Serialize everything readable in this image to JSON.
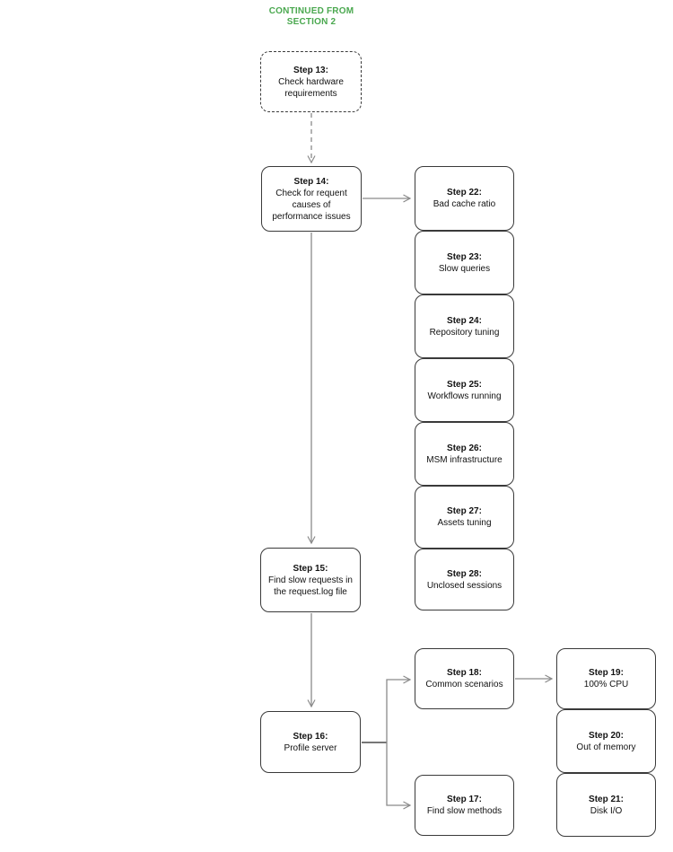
{
  "header": {
    "continued_line1": "CONTINUED FROM",
    "continued_line2": "SECTION 2"
  },
  "colors": {
    "accent": "#4aa84f",
    "box-border": "#3a3a3a",
    "arrow": "#8a8a8a",
    "arrow-dark": "#4a4a4a"
  },
  "nodes": [
    {
      "id": "step13",
      "title": "Step 13:",
      "desc": "Check hardware\nrequirements",
      "border": "dashed"
    },
    {
      "id": "step14",
      "title": "Step 14:",
      "desc": "Check for requent\ncauses of\nperformance issues",
      "border": "solid"
    },
    {
      "id": "step15",
      "title": "Step 15:",
      "desc": "Find slow requests in\nthe request.log file",
      "border": "solid"
    },
    {
      "id": "step16",
      "title": "Step 16:",
      "desc": "Profile server",
      "border": "solid"
    },
    {
      "id": "step17",
      "title": "Step 17:",
      "desc": "Find slow methods",
      "border": "solid"
    },
    {
      "id": "step18",
      "title": "Step 18:",
      "desc": "Common scenarios",
      "border": "solid"
    },
    {
      "id": "step19",
      "title": "Step 19:",
      "desc": "100% CPU",
      "border": "solid"
    },
    {
      "id": "step20",
      "title": "Step 20:",
      "desc": "Out of memory",
      "border": "solid"
    },
    {
      "id": "step21",
      "title": "Step 21:",
      "desc": "Disk I/O",
      "border": "solid"
    },
    {
      "id": "step22",
      "title": "Step 22:",
      "desc": "Bad cache ratio",
      "border": "solid"
    },
    {
      "id": "step23",
      "title": "Step 23:",
      "desc": "Slow queries",
      "border": "solid"
    },
    {
      "id": "step24",
      "title": "Step 24:",
      "desc": "Repository tuning",
      "border": "solid"
    },
    {
      "id": "step25",
      "title": "Step 25:",
      "desc": "Workflows running",
      "border": "solid"
    },
    {
      "id": "step26",
      "title": "Step 26:",
      "desc": "MSM infrastructure",
      "border": "solid"
    },
    {
      "id": "step27",
      "title": "Step 27:",
      "desc": "Assets tuning",
      "border": "solid"
    },
    {
      "id": "step28",
      "title": "Step 28:",
      "desc": "Unclosed sessions",
      "border": "solid"
    }
  ],
  "edges": [
    {
      "from": "step13",
      "to": "step14",
      "style": "dashed"
    },
    {
      "from": "step14",
      "to": "step22",
      "style": "solid"
    },
    {
      "from": "step14",
      "to": "step15",
      "style": "solid"
    },
    {
      "from": "step15",
      "to": "step16",
      "style": "solid"
    },
    {
      "from": "step16",
      "to": "step18",
      "style": "solid-elbow"
    },
    {
      "from": "step16",
      "to": "step17",
      "style": "solid-elbow"
    },
    {
      "from": "step18",
      "to": "step19",
      "style": "solid"
    }
  ]
}
